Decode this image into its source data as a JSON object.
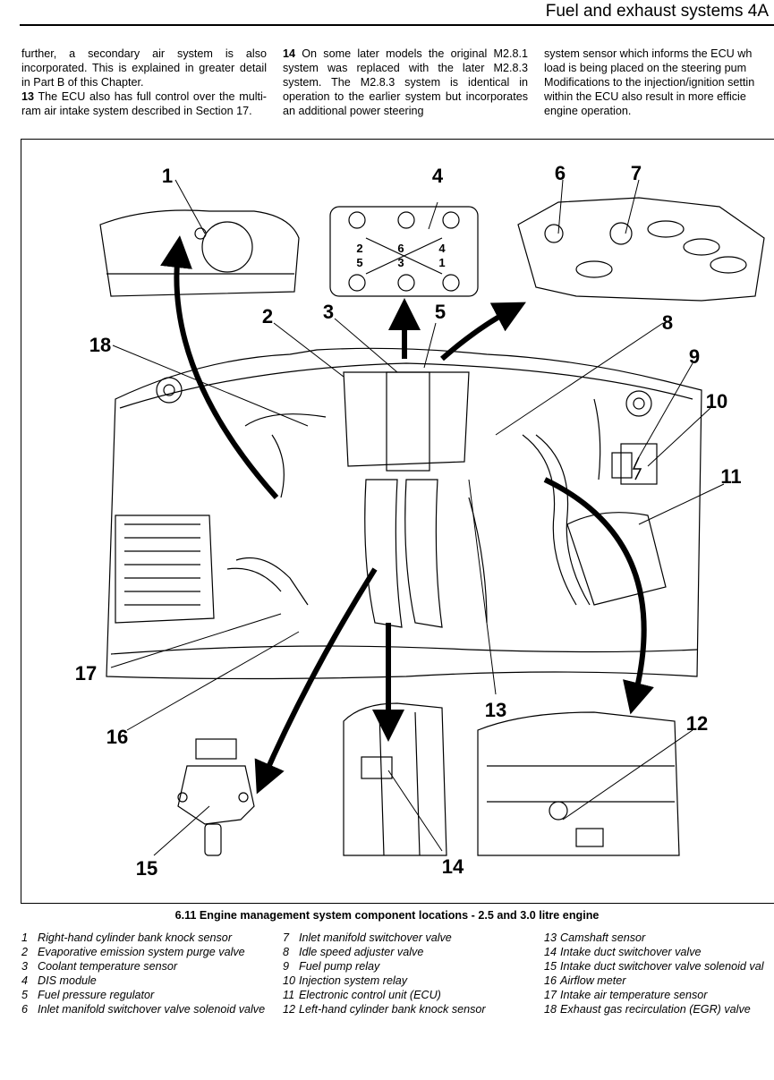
{
  "header": {
    "title": "Fuel and exhaust systems  4A"
  },
  "columns": {
    "c1": [
      {
        "num": "",
        "text": "further, a secondary air system is also incorporated. This is explained in greater detail in Part B of this Chapter."
      },
      {
        "num": "13",
        "text": "The ECU also has full control over the multi-ram air intake system described in Section 17."
      }
    ],
    "c2": [
      {
        "num": "14",
        "text": "On some later models the original M2.8.1 system was replaced with the later M2.8.3 system. The M2.8.3 system is identical in operation to the earlier system but incorporates an additional power steering"
      }
    ],
    "c3": [
      "system sensor which informs the ECU wh",
      "load is being placed on the steering pum",
      "Modifications to the injection/ignition settin",
      "within the ECU also result in more efficie",
      "engine operation."
    ]
  },
  "figure": {
    "callouts": [
      "1",
      "2",
      "3",
      "4",
      "5",
      "6",
      "7",
      "8",
      "9",
      "10",
      "11",
      "12",
      "13",
      "14",
      "15",
      "16",
      "17",
      "18"
    ],
    "dis_cylinders": [
      "2",
      "6",
      "4",
      "5",
      "3",
      "1"
    ]
  },
  "caption": "6.11  Engine management system component locations - 2.5 and 3.0 litre engine",
  "legend": {
    "col1": [
      {
        "n": "1",
        "t": "Right-hand cylinder bank knock sensor"
      },
      {
        "n": "2",
        "t": "Evaporative emission system purge valve"
      },
      {
        "n": "3",
        "t": "Coolant temperature sensor"
      },
      {
        "n": "4",
        "t": "DIS module"
      },
      {
        "n": "5",
        "t": "Fuel pressure regulator"
      },
      {
        "n": "6",
        "t": "Inlet manifold switchover valve solenoid valve"
      }
    ],
    "col2": [
      {
        "n": "7",
        "t": "Inlet manifold switchover valve"
      },
      {
        "n": "8",
        "t": "Idle speed adjuster valve"
      },
      {
        "n": "9",
        "t": "Fuel pump relay"
      },
      {
        "n": "10",
        "t": "Injection system relay"
      },
      {
        "n": "11",
        "t": "Electronic control unit (ECU)"
      },
      {
        "n": "12",
        "t": "Left-hand cylinder bank knock sensor"
      }
    ],
    "col3": [
      {
        "n": "13",
        "t": "Camshaft sensor"
      },
      {
        "n": "14",
        "t": "Intake duct switchover valve"
      },
      {
        "n": "15",
        "t": "Intake duct switchover valve solenoid val"
      },
      {
        "n": "16",
        "t": "Airflow meter"
      },
      {
        "n": "17",
        "t": "Intake air temperature sensor"
      },
      {
        "n": "18",
        "t": "Exhaust gas recirculation (EGR) valve"
      }
    ]
  }
}
